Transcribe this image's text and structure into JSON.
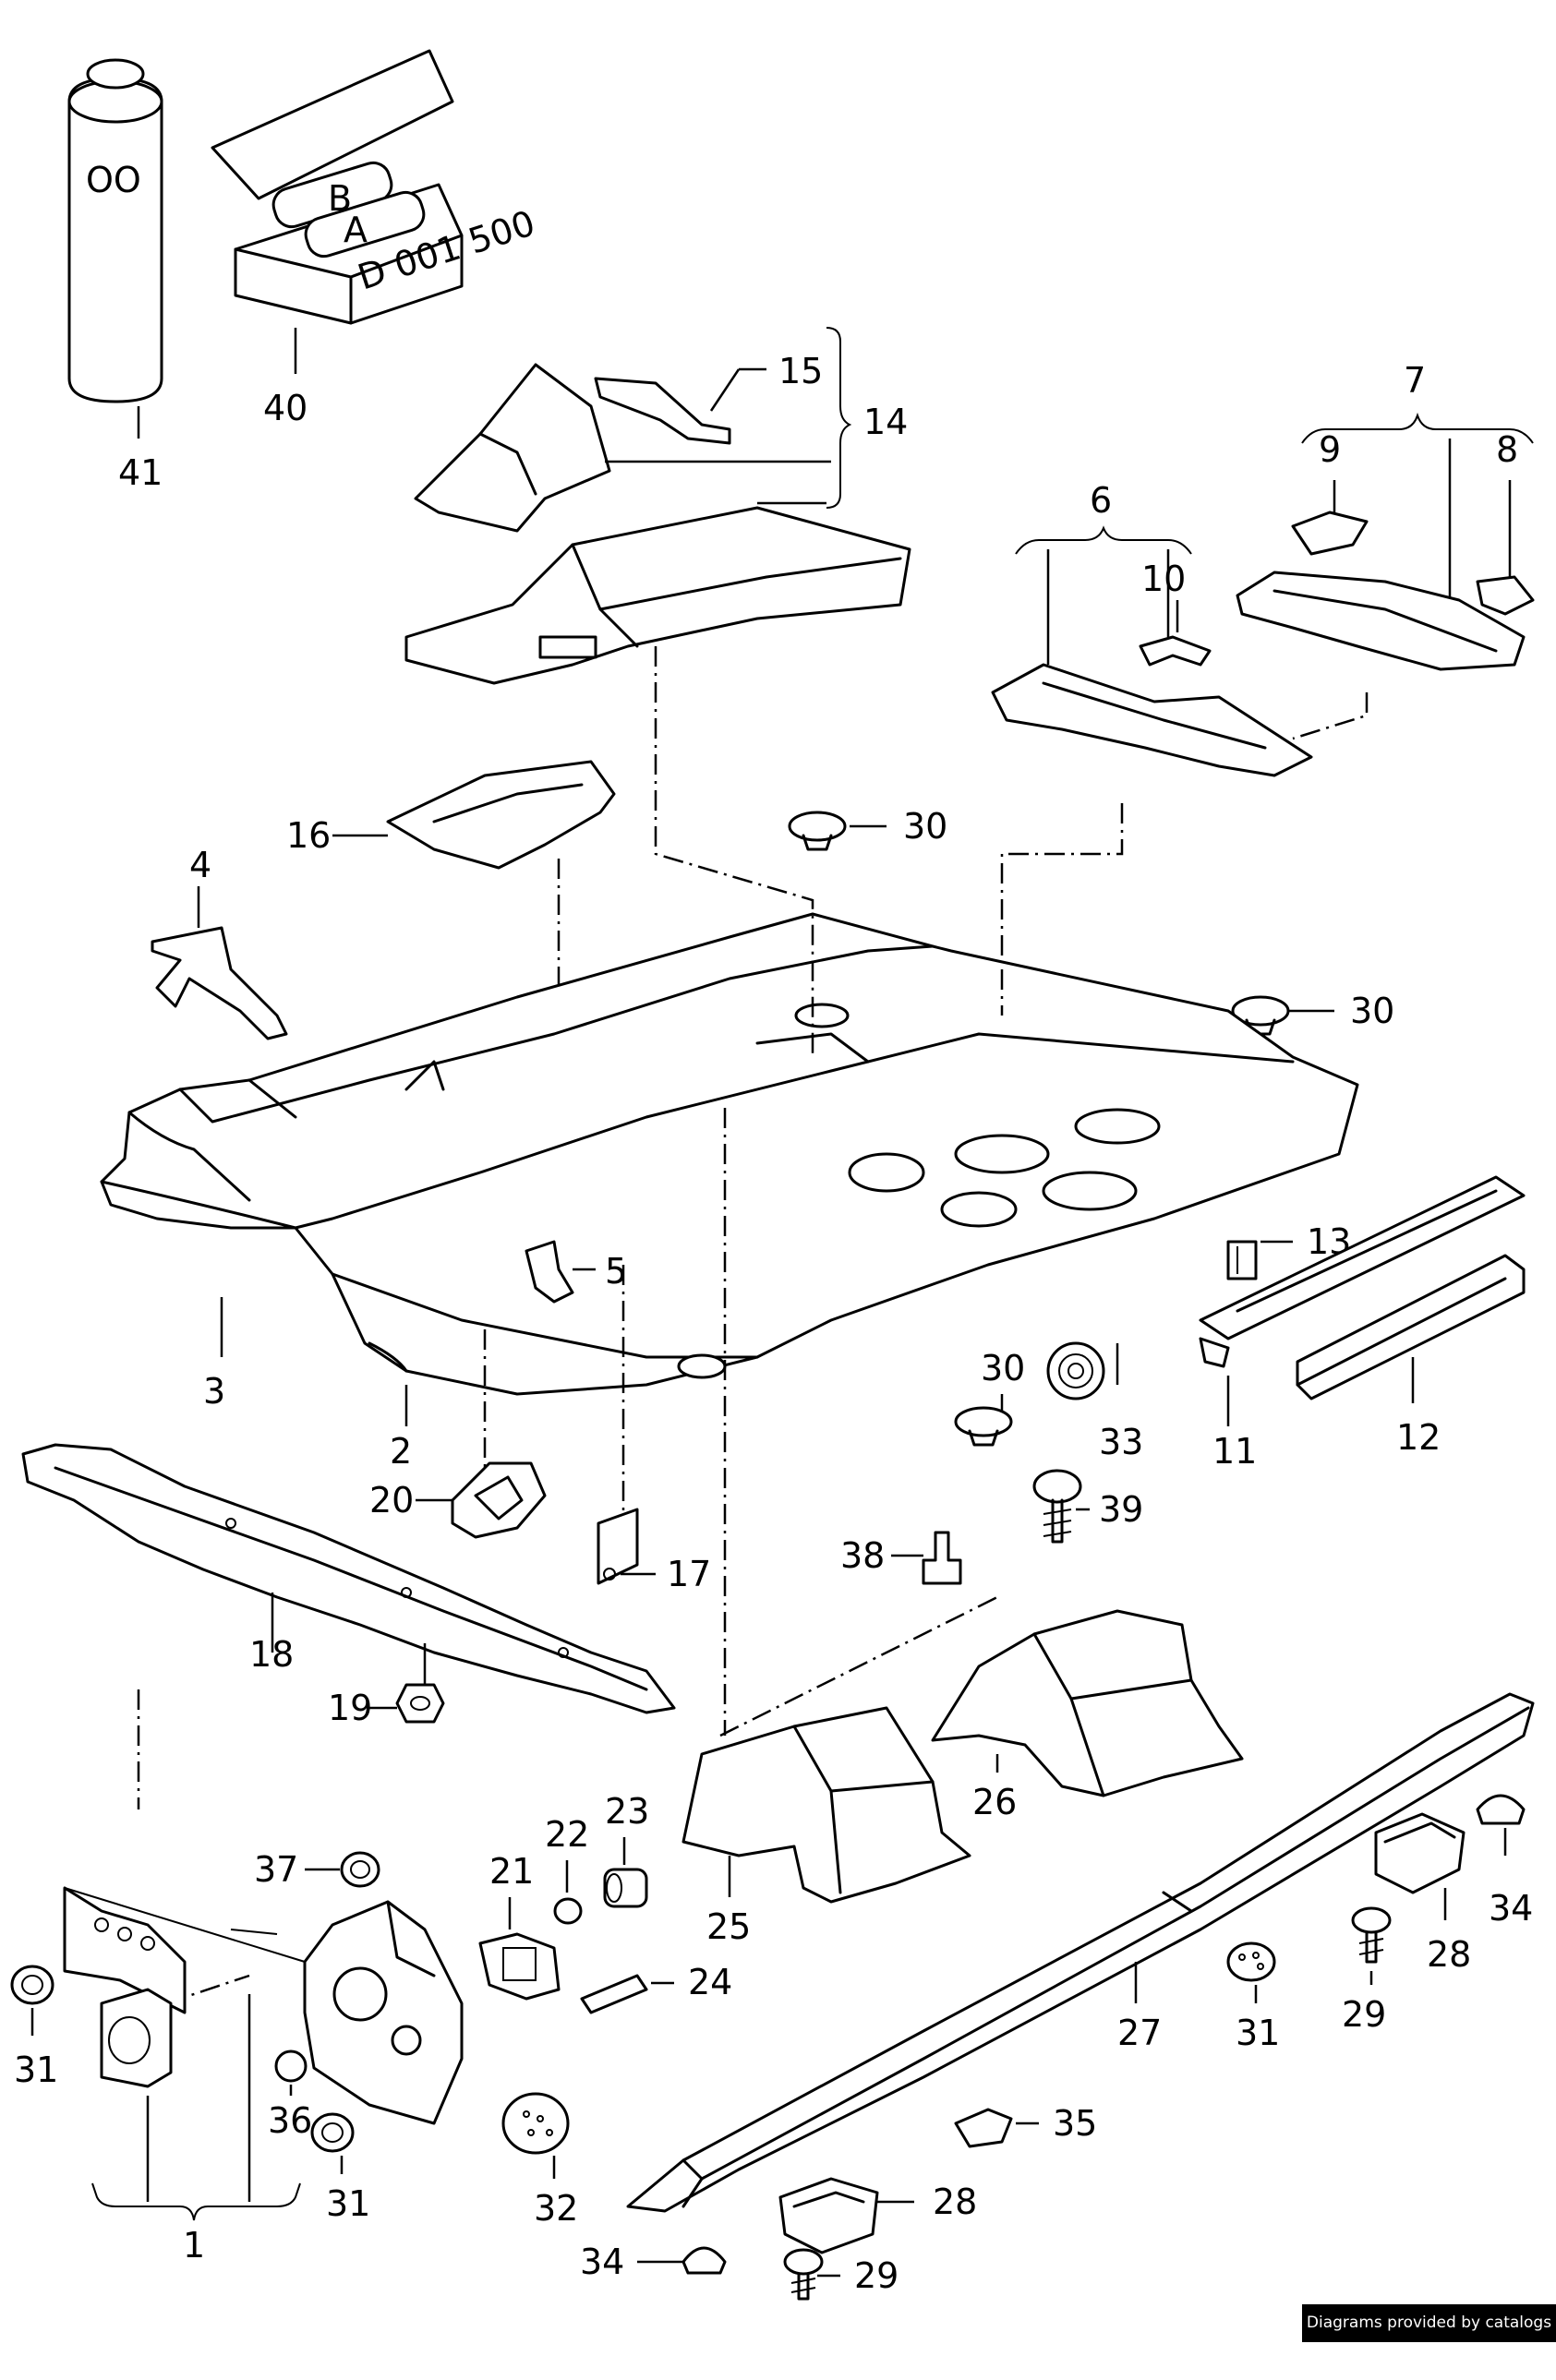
{
  "credit": "Diagrams provided by catalogs parts",
  "can_label": "OO",
  "tube_labels": [
    "B",
    "A"
  ],
  "box_code": "D 001 500",
  "part_labels": {
    "p41": "41",
    "p40": "40",
    "p15": "15",
    "p14": "14",
    "p7": "7",
    "p9": "9",
    "p8": "8",
    "p6": "6",
    "p10": "10",
    "p16": "16",
    "p30a": "30",
    "p4": "4",
    "p30b": "30",
    "p13": "13",
    "p5": "5",
    "p3": "3",
    "p2": "2",
    "p30c": "30",
    "p33": "33",
    "p11": "11",
    "p12": "12",
    "p39": "39",
    "p20": "20",
    "p17": "17",
    "p38": "38",
    "p18": "18",
    "p19": "19",
    "p26": "26",
    "p23": "23",
    "p22": "22",
    "p21": "21",
    "p37": "37",
    "p34a": "34",
    "p24": "24",
    "p25": "25",
    "p28a": "28",
    "p29a": "29",
    "p31a": "31",
    "p27": "27",
    "p31b": "31",
    "p36": "36",
    "p31c": "31",
    "p32": "32",
    "p35": "35",
    "p1": "1",
    "p28b": "28",
    "p34b": "34",
    "p29b": "29"
  }
}
